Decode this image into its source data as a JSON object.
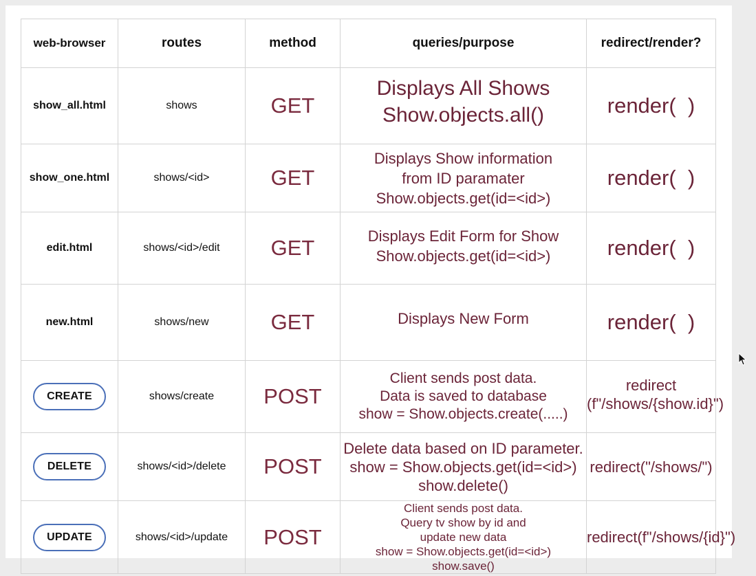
{
  "table": {
    "headers": [
      "web-browser",
      "routes",
      "method",
      "queries/purpose",
      "redirect/render?"
    ],
    "rows": [
      {
        "browser": "show_all.html",
        "route": "shows",
        "method": "GET",
        "purpose": [
          "Displays All Shows",
          "Show.objects.all()"
        ],
        "result": [
          "render(  )"
        ]
      },
      {
        "browser": "show_one.html",
        "route": "shows/<id>",
        "method": "GET",
        "purpose": [
          "Displays Show information",
          "from ID paramater",
          "Show.objects.get(id=<id>)"
        ],
        "result": [
          "render(  )"
        ]
      },
      {
        "browser": "edit.html",
        "route": "shows/<id>/edit",
        "method": "GET",
        "purpose": [
          "Displays Edit Form for Show",
          "Show.objects.get(id=<id>)"
        ],
        "result": [
          "render(  )"
        ]
      },
      {
        "browser": "new.html",
        "route": "shows/new",
        "method": "GET",
        "purpose": [
          "Displays New Form"
        ],
        "result": [
          "render(  )"
        ]
      },
      {
        "browser": "CREATE",
        "route": "shows/create",
        "method": "POST",
        "purpose": [
          "Client sends post data.",
          "Data is saved to database",
          "show = Show.objects.create(.....)"
        ],
        "result": [
          "redirect",
          "(f\"/shows/{show.id}\")"
        ]
      },
      {
        "browser": "DELETE",
        "route": "shows/<id>/delete",
        "method": "POST",
        "purpose": [
          "Delete data based on ID parameter.",
          "show = Show.objects.get(id=<id>)",
          "show.delete()"
        ],
        "result": [
          "redirect(\"/shows/\")"
        ]
      },
      {
        "browser": "UPDATE",
        "route": "shows/<id>/update",
        "method": "POST",
        "purpose": [
          "Client sends post data.",
          "Query tv show by id and",
          "update new data",
          "show = Show.objects.get(id=<id>)",
          "show.save()"
        ],
        "result": [
          "redirect(f\"/shows/{id}\")"
        ]
      }
    ]
  },
  "colors": {
    "accent_text": "#6b2438",
    "pill_border": "#4a6fb8",
    "grid": "#d3d3d3"
  },
  "icons": {
    "cursor": "mouse-pointer-icon"
  }
}
